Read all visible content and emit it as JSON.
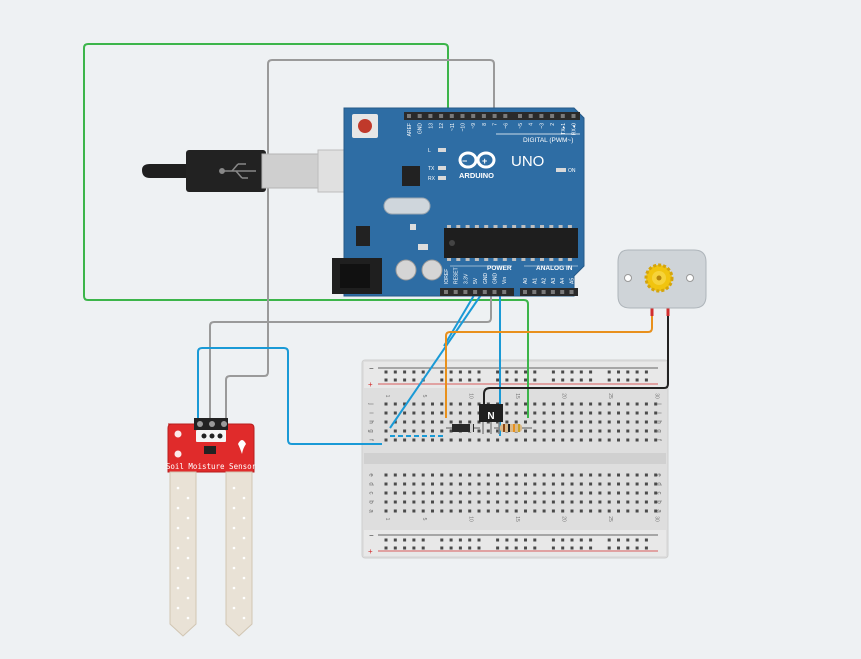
{
  "arduino": {
    "brand_text": "ARDUINO",
    "model_text": "UNO",
    "digital_header": "DIGITAL (PWM~)",
    "top_pins": [
      "AREF",
      "GND",
      "13",
      "12",
      "~11",
      "~10",
      "~9",
      "8",
      "7",
      "~6",
      "~5",
      "4",
      "~3",
      "2",
      "TX▸1",
      "RX◂0"
    ],
    "power_header": "POWER",
    "power_pins": [
      "IOREF",
      "RESET",
      "3.3V",
      "5V",
      "GND",
      "GND",
      "Vin"
    ],
    "analog_header": "ANALOG IN",
    "analog_pins": [
      "A0",
      "A1",
      "A2",
      "A3",
      "A4",
      "A5"
    ],
    "led_labels": [
      "L",
      "TX",
      "RX"
    ],
    "on_label": "ON"
  },
  "breadboard": {
    "row_letters_top": [
      "j",
      "i",
      "h",
      "g",
      "f"
    ],
    "row_letters_bottom": [
      "e",
      "d",
      "c",
      "b",
      "a"
    ],
    "column_numbers": [
      "1",
      "",
      "",
      "",
      "5",
      "",
      "",
      "",
      "",
      "10",
      "",
      "",
      "",
      "",
      "15",
      "",
      "",
      "",
      "",
      "20",
      "",
      "",
      "",
      "",
      "25",
      "",
      "",
      "",
      "",
      "30"
    ],
    "rail_minus": "−",
    "rail_plus": "+"
  },
  "sensor": {
    "label": "Soil Moisture Sensor"
  },
  "transistor": {
    "label": "N"
  },
  "colors": {
    "wire_green": "#3cb54a",
    "wire_gray": "#9a9a9a",
    "wire_blue": "#1a9ad6",
    "wire_orange": "#e8901c",
    "wire_red": "#d22e2e",
    "wire_black": "#222222",
    "board_blue": "#2e6da4",
    "sensor_red": "#e02b2b"
  }
}
